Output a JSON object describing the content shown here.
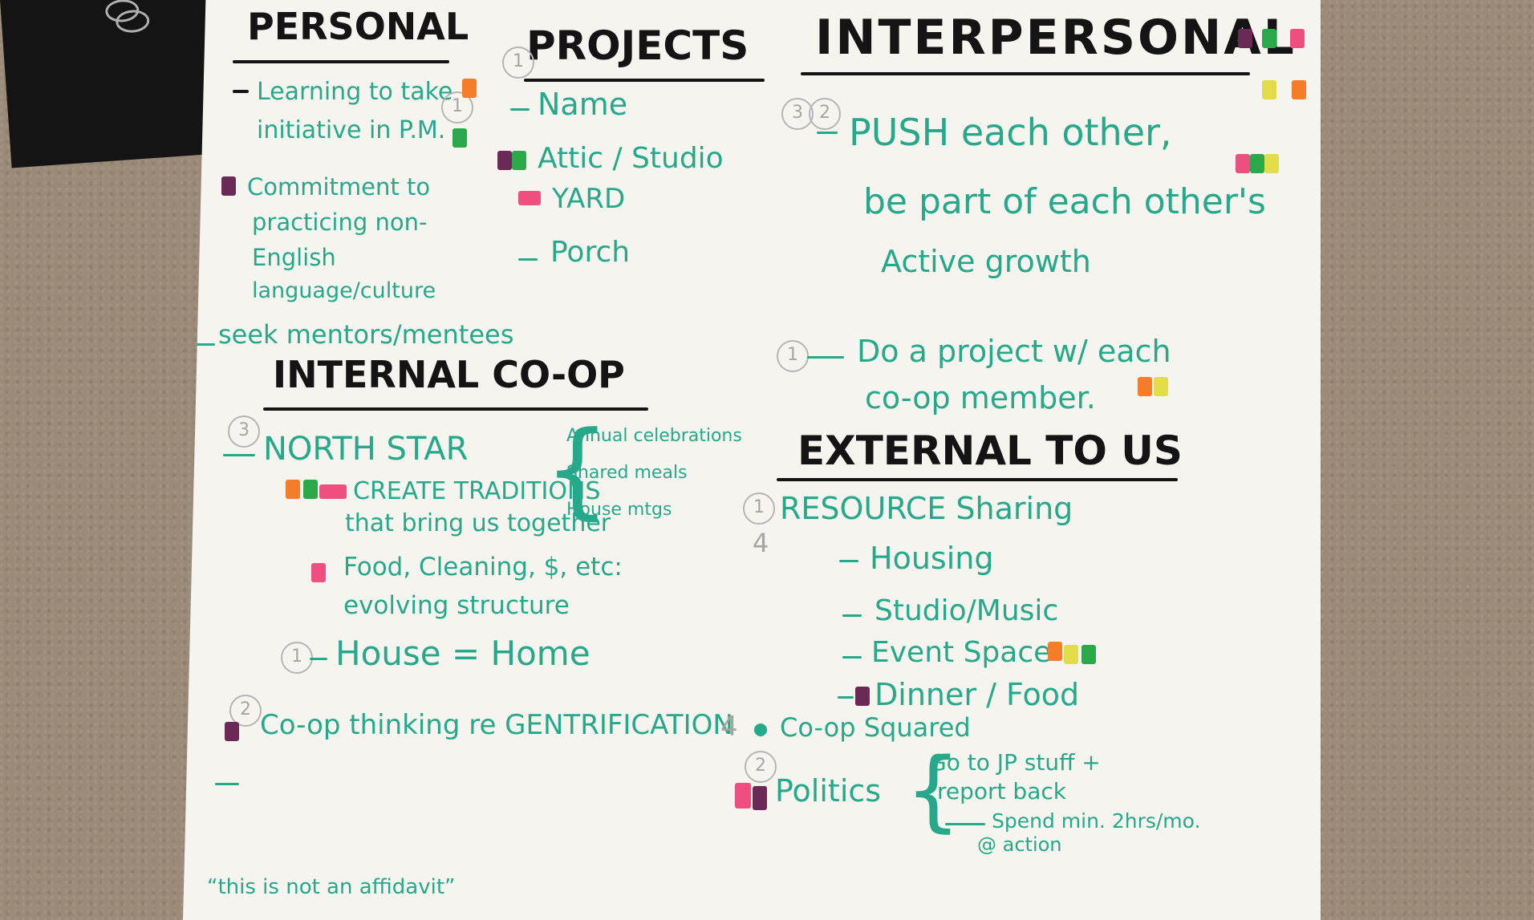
{
  "colors": {
    "ink_black": "#141414",
    "ink_teal": "#26a88a",
    "pink": "#ef4f7f",
    "green": "#2ba84a",
    "purple": "#6b2a55",
    "orange": "#f57d2a",
    "yellow": "#e2dc48"
  },
  "headings": {
    "personal": "PERSONAL",
    "projects": "PROJECTS",
    "interpersonal": "INTERPERSONAL",
    "internal_coop": "INTERNAL CO-OP",
    "external": "EXTERNAL TO US"
  },
  "personal": {
    "item1": [
      "Learning to take",
      "initiative in P.M."
    ],
    "item2": [
      "Commitment to",
      "practicing non-",
      "English",
      "language/culture"
    ],
    "item3": "seek mentors/mentees"
  },
  "projects": {
    "item1": "Name",
    "item2": "Attic / Studio",
    "item3": "YARD",
    "item4": "Porch"
  },
  "interpersonal": {
    "item1": [
      "PUSH each other,",
      "be part of each other's",
      "Active growth"
    ],
    "item2": [
      "Do a project w/ each",
      "co-op member."
    ]
  },
  "internal": {
    "north_star": "NORTH STAR",
    "traditions": [
      "CREATE TRADITIONS",
      "that bring us together"
    ],
    "brace_notes": [
      "Annual celebrations",
      "Shared meals",
      "House mtgs"
    ],
    "food": [
      "Food, Cleaning, $, etc:",
      "evolving structure"
    ],
    "house": "House = Home",
    "gentrification": "Co-op thinking re GENTRIFICATION"
  },
  "external": {
    "resource": "RESOURCE Sharing",
    "sub": [
      "Housing",
      "Studio/Music",
      "Event Space",
      "Dinner / Food"
    ],
    "coop_squared": "Co-op Squared",
    "politics": "Politics",
    "politics_notes": [
      "Go to JP stuff +",
      "report back",
      "Spend min. 2hrs/mo.",
      "@ action"
    ]
  },
  "numbers": {
    "personal1": "1",
    "projects1": "1",
    "inter1": "3",
    "inter1b": "2",
    "inter2": "1",
    "north": "3",
    "house": "1",
    "gent": "2",
    "resource": "1",
    "resource2": "4",
    "coop2": "4",
    "politics": "2"
  },
  "footer_quote": "“this is not an affidavit”"
}
